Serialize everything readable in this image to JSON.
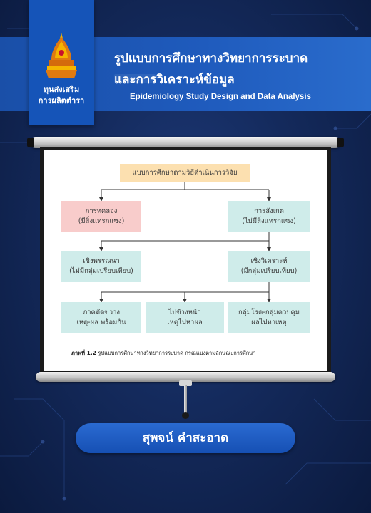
{
  "publisher": {
    "line1": "ทุนส่งเสริม",
    "line2": "การผลิตตำรา",
    "emblem_icon": "crown-emblem-icon"
  },
  "title": {
    "th_line1": "รูปแบบการศึกษาทางวิทยาการระบาด",
    "th_line2": "และการวิเคราะห์ข้อมูล",
    "en": "Epidemiology Study Design and Data Analysis"
  },
  "diagram": {
    "root": "แบบการศึกษาตามวิธีดำเนินการวิจัย",
    "experimental": {
      "line1": "การทดลอง",
      "line2": "(มีสิ่งแทรกแซง)"
    },
    "observational": {
      "line1": "การสังเกต",
      "line2": "(ไม่มีสิ่งแทรกแซง)"
    },
    "descriptive": {
      "line1": "เชิงพรรณนา",
      "line2": "(ไม่มีกลุ่มเปรียบเทียบ)"
    },
    "analytical": {
      "line1": "เชิงวิเคราะห์",
      "line2": "(มีกลุ่มเปรียบเทียบ)"
    },
    "cross_sectional": {
      "line1": "ภาคตัดขวาง",
      "line2": "เหตุ-ผล พร้อมกัน"
    },
    "cohort": {
      "line1": "ไปข้างหน้า",
      "line2": "เหตุไปหาผล"
    },
    "case_control": {
      "line1": "กลุ่มโรค-กลุ่มควบคุม",
      "line2": "ผลไปหาเหตุ"
    },
    "caption_label": "ภาพที่ 1.2",
    "caption_text": " รูปแบบการศึกษาทางวิทยาการระบาด กรณีแบ่งตามลักษณะการศึกษา"
  },
  "author": "สุพจน์  คำสะอาด",
  "colors": {
    "background": "#142a5c",
    "band": "#1f5bbd",
    "root_box": "#fce0b0",
    "experimental_box": "#f8cccb",
    "observational_box": "#cfecea"
  }
}
